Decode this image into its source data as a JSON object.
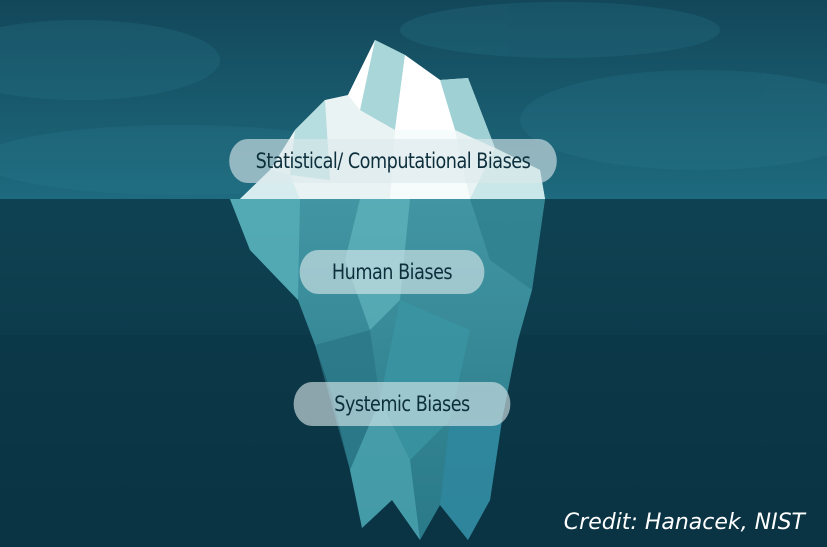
{
  "layers": [
    {
      "label": "Statistical/ Computational Biases"
    },
    {
      "label": "Human Biases"
    },
    {
      "label": "Systemic Biases"
    }
  ],
  "credit": "Credit: Hanacek, NIST",
  "colors": {
    "sky": "#154f62",
    "water": "#0c3a4b",
    "ice_top": "#f2f6f6",
    "ice_shadow": "#a8d3d6",
    "ice_underwater": "#3e9aa8",
    "pill": "#dce8ec",
    "pill_text": "#0d2f3c"
  }
}
